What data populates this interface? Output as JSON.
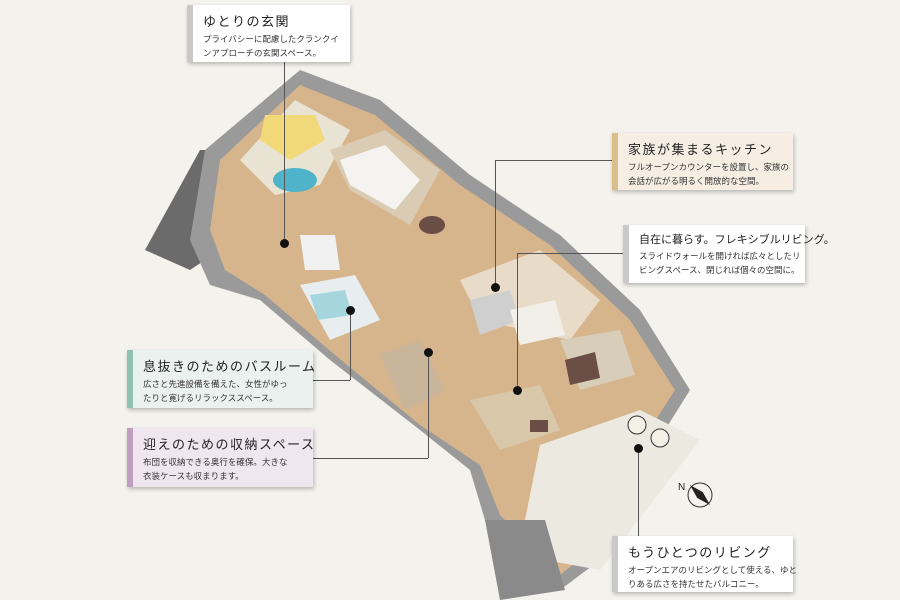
{
  "callouts": [
    {
      "id": "entrance",
      "title": "ゆとりの玄関",
      "desc1": "プライバシーに配慮したクランクイ",
      "desc2": "ンアプローチの玄関スペース。",
      "bg": "#ffffff",
      "accent": "#c4c4c4"
    },
    {
      "id": "kitchen",
      "title": "家族が集まるキッチン",
      "desc1": "フルオープンカウンターを設置し、家族の",
      "desc2": "会話が広がる明るく開放的な空間。",
      "bg": "#f6ede3",
      "accent": "#d9bf8c"
    },
    {
      "id": "living",
      "title": "自在に暮らす。フレキシブルリビング。",
      "desc1": "スライドウォールを開ければ広々としたリ",
      "desc2": "ビングスペース、閉じれば個々の空間に。",
      "bg": "#ffffff",
      "accent": "#c4c4c4"
    },
    {
      "id": "bath",
      "title": "息抜きのためのバスルーム",
      "desc1": "広さと先進設備を備えた、女性がゆっ",
      "desc2": "たりと寛げるリラックススペース。",
      "bg": "#ebf1ef",
      "accent": "#8fc2b3"
    },
    {
      "id": "storage",
      "title": "迎えのための収納スペース",
      "desc1": "布団を収納できる奥行を確保。大きな",
      "desc2": "衣装ケースも収まります。",
      "bg": "#f0e6ef",
      "accent": "#c09ec0"
    },
    {
      "id": "balcony",
      "title": "もうひとつのリビング",
      "desc1": "オープンエアのリビングとして使える、ゆと",
      "desc2": "りある広さを持たせたバルコニー。",
      "bg": "#ffffff",
      "accent": "#c4c4c4"
    }
  ],
  "compass": {
    "label": "N"
  }
}
